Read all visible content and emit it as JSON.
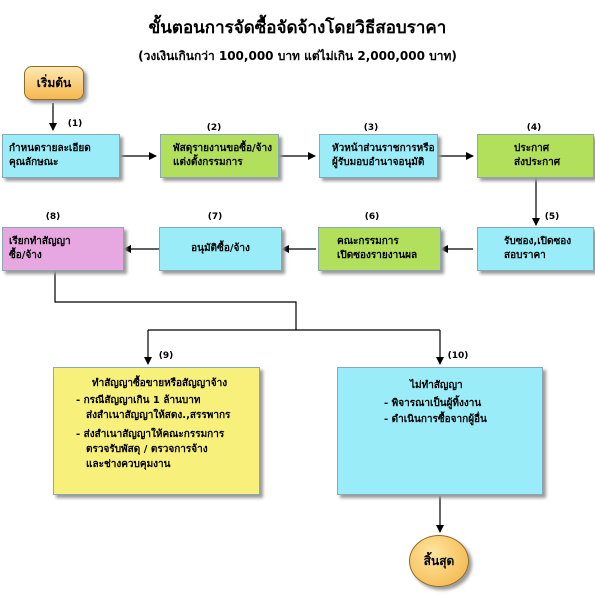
{
  "title": "ขั้นตอนการจัดซื้อจัดจ้างโดยวิธีสอบราคา",
  "subtitle": "(วงเงินเกินกว่า 100,000 บาท แต่ไม่เกิน 2,000,000 บาท)",
  "start_label": "เริ่มต้น",
  "end_label": "สิ้นสุด",
  "steps": [
    {
      "num": "(1)",
      "lines": [
        "กำหนดรายละเอียด",
        "คุณลักษณะ"
      ]
    },
    {
      "num": "(2)",
      "lines": [
        "พัสดุรายงานขอซื้อ/จ้าง",
        "แต่งตั้งกรรมการ"
      ]
    },
    {
      "num": "(3)",
      "lines": [
        "หัวหน้าส่วนราชการหรือ",
        "ผู้รับมอบอำนาจอนุมัติ"
      ]
    },
    {
      "num": "(4)",
      "lines": [
        "ประกาศ",
        "ส่งประกาศ"
      ]
    },
    {
      "num": "(5)",
      "lines": [
        "รับซอง,เปิดซอง",
        "สอบราคา"
      ]
    },
    {
      "num": "(6)",
      "lines": [
        "คณะกรรมการ",
        "เปิดซองรายงานผล"
      ]
    },
    {
      "num": "(7)",
      "lines": [
        "อนุมัติซื้อ/จ้าง"
      ]
    },
    {
      "num": "(8)",
      "lines": [
        "เรียกทำสัญญา",
        "ซื้อ/จ้าง"
      ]
    }
  ],
  "step9": {
    "num": "(9)",
    "heading": "ทำสัญญาซื้อขายหรือสัญญาจ้าง",
    "bullets": [
      [
        "-  กรณีสัญญาเกิน 1 ล้านบาท",
        "   ส่งสำเนาสัญญาให้สตง.,สรรพากร"
      ],
      [
        "-  ส่งสำเนาสัญญาให้คณะกรรมการ",
        "   ตรวจรับพัสดุ / ตรวจการจ้าง",
        "   และช่างควบคุมงาน"
      ]
    ]
  },
  "step10": {
    "num": "(10)",
    "heading": "ไม่ทำสัญญา",
    "bullets": [
      "-  พิจารณาเป็นผู้ทิ้งงาน",
      "-  ดำเนินการซื้อจากผู้อื่น"
    ]
  }
}
